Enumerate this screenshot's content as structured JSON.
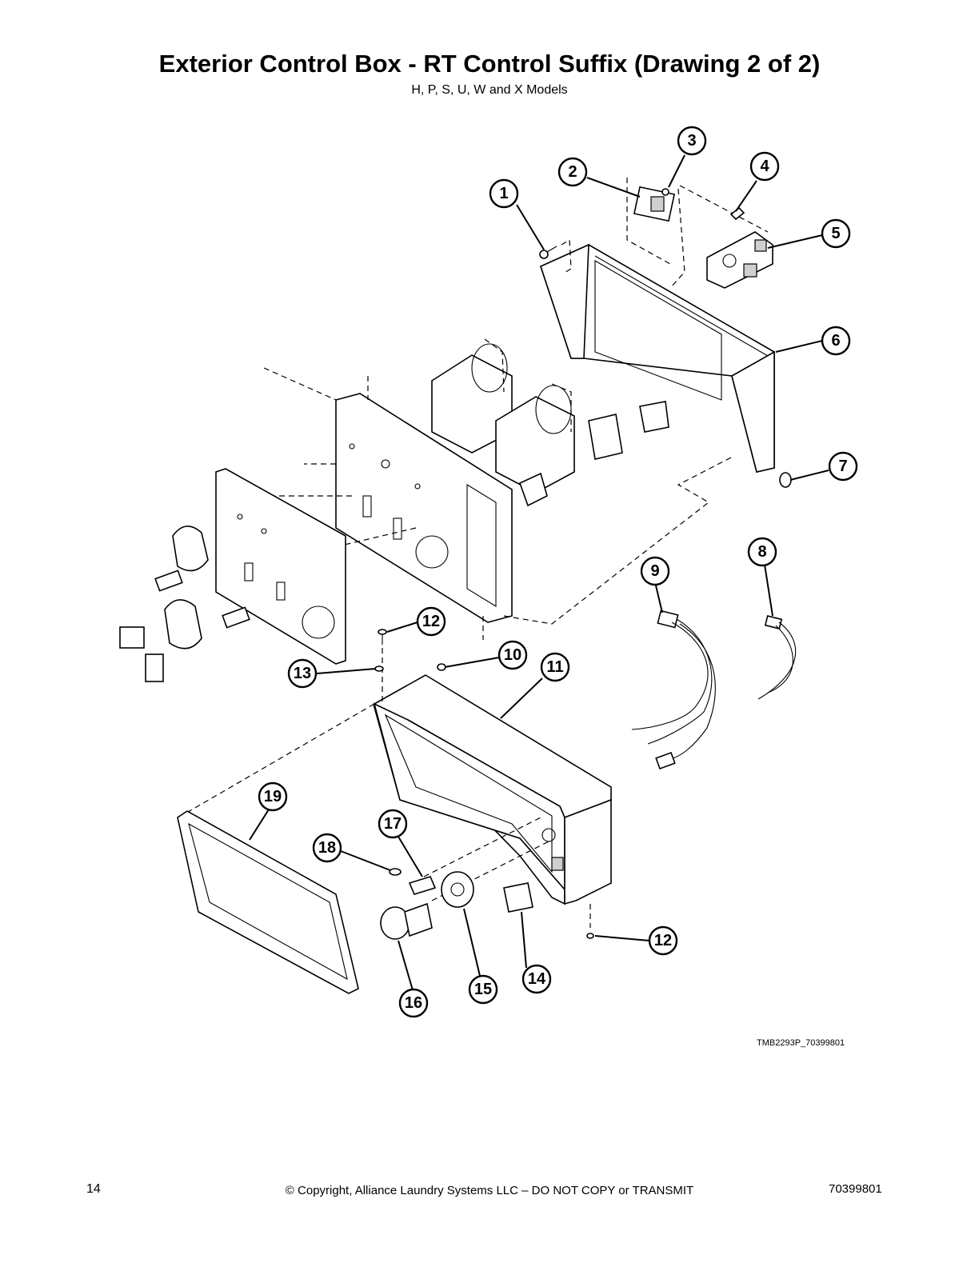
{
  "header": {
    "title": "Exterior Control Box - RT Control Suffix (Drawing 2 of 2)",
    "subtitle": "H, P, S, U, W and X Models"
  },
  "callouts": [
    "1",
    "2",
    "3",
    "4",
    "5",
    "6",
    "7",
    "8",
    "9",
    "10",
    "11",
    "12",
    "13",
    "14",
    "15",
    "16",
    "17",
    "18",
    "19"
  ],
  "drawing_code": "TMB2293P_70399801",
  "footer": {
    "page_number": "14",
    "copyright": "© Copyright, Alliance Laundry Systems LLC – DO NOT COPY or TRANSMIT",
    "doc_number": "70399801"
  }
}
